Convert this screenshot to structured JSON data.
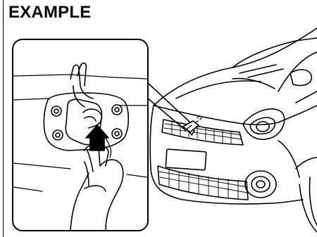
{
  "caption": {
    "label": "EXAMPLE"
  },
  "figure": {
    "inset_view": "hood-latch-release-lever-closeup",
    "vehicle_view": "car-front-three-quarter-view",
    "stroke_color": "#000000",
    "background_color": "#ffffff"
  }
}
